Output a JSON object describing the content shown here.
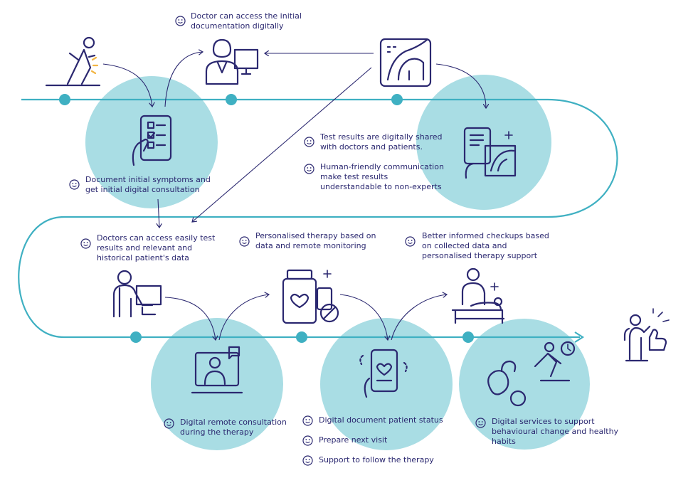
{
  "colors": {
    "navy": "#2b2870",
    "teal": "#3fb0c2",
    "circle_fill": "#a9dde4",
    "background": "#ffffff"
  },
  "stages": [
    {
      "id": "patient-pain",
      "icon": "person-in-pain-icon"
    },
    {
      "id": "doctor-at-computer",
      "icon": "doctor-computer-icon"
    },
    {
      "id": "medical-scan",
      "icon": "x-ray-scan-icon"
    },
    {
      "id": "symptom-checklist",
      "icon": "phone-checklist-icon"
    },
    {
      "id": "shared-test-results",
      "icon": "tablet-results-icon"
    },
    {
      "id": "doctor-reviewing-data",
      "icon": "doctor-desk-icon"
    },
    {
      "id": "therapy-medication",
      "icon": "medicine-jar-icon"
    },
    {
      "id": "checkup",
      "icon": "doctor-patient-bed-icon"
    },
    {
      "id": "remote-consultation",
      "icon": "video-consultation-icon"
    },
    {
      "id": "digital-status",
      "icon": "phone-heart-icon"
    },
    {
      "id": "healthy-habits",
      "icon": "exercise-vegetables-icon"
    },
    {
      "id": "happy-patient",
      "icon": "thumbs-up-person-icon"
    }
  ],
  "captions": {
    "doctor_access": [
      "Doctor can access the initial",
      "documentation digitally"
    ],
    "document_symptoms": [
      "Document initial symptoms and",
      "get initial digital consultation"
    ],
    "test_results_shared": [
      "Test results are digitally shared",
      "with doctors and patients."
    ],
    "human_friendly": [
      "Human-friendly communication",
      "make test results",
      "understandable to non-experts"
    ],
    "doctors_access_test": [
      "Doctors can access easily test",
      "results and relevant and",
      "historical patient's data"
    ],
    "personalised_therapy": [
      "Personalised therapy based on",
      "data and remote monitoring"
    ],
    "better_checkups": [
      "Better informed checkups based",
      "on collected data and",
      "personalised therapy support"
    ],
    "remote_consultation": [
      "Digital remote consultation",
      "during the therapy"
    ],
    "digital_document": [
      "Digital document patient status"
    ],
    "prepare_visit": [
      "Prepare next visit"
    ],
    "support_therapy": [
      "Support to follow the therapy"
    ],
    "digital_services": [
      "Digital services to support",
      "behavioural change and healthy",
      "habits"
    ]
  }
}
